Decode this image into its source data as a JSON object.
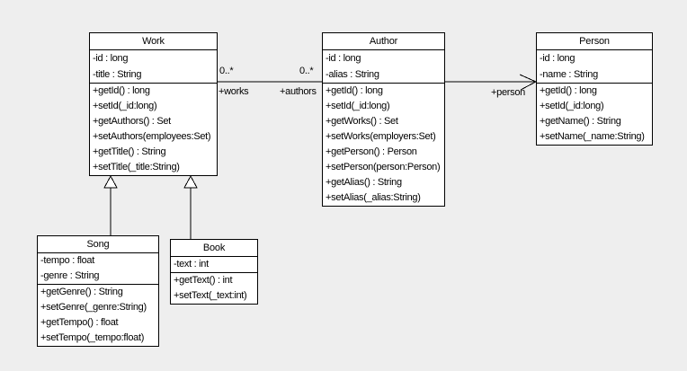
{
  "diagram": {
    "background_color": "#eeeeee",
    "node_fill_color": "#ffffff",
    "stroke_color": "#000000"
  },
  "classes": {
    "work": {
      "name": "Work",
      "attributes": [
        "-id : long",
        "-title : String"
      ],
      "methods": [
        "+getId() : long",
        "+setId(_id:long)",
        "+getAuthors() : Set",
        "+setAuthors(employees:Set)",
        "+getTitle() : String",
        "+setTitle(_title:String)"
      ]
    },
    "author": {
      "name": "Author",
      "attributes": [
        "-id : long",
        "-alias : String"
      ],
      "methods": [
        "+getId() : long",
        "+setId(_id:long)",
        "+getWorks() : Set",
        "+setWorks(employers:Set)",
        "+getPerson() : Person",
        "+setPerson(person:Person)",
        "+getAlias() : String",
        "+setAlias(_alias:String)"
      ]
    },
    "person": {
      "name": "Person",
      "attributes": [
        "-id : long",
        "-name : String"
      ],
      "methods": [
        "+getId() : long",
        "+setId(_id:long)",
        "+getName() : String",
        "+setName(_name:String)"
      ]
    },
    "song": {
      "name": "Song",
      "attributes": [
        "-tempo : float",
        "-genre : String"
      ],
      "methods": [
        "+getGenre() : String",
        "+setGenre(_genre:String)",
        "+getTempo() : float",
        "+setTempo(_tempo:float)"
      ]
    },
    "book": {
      "name": "Book",
      "attributes": [
        "-text : int"
      ],
      "methods": [
        "+getText() : int",
        "+setText(_text:int)"
      ]
    }
  },
  "associations": {
    "work_author": {
      "from": "Work",
      "to": "Author",
      "work_multiplicity": "0..*",
      "author_multiplicity": "0..*",
      "work_role": "+works",
      "author_role": "+authors"
    },
    "author_person": {
      "from": "Author",
      "to": "Person",
      "person_role": "+person",
      "arrow": "open"
    }
  },
  "generalizations": [
    {
      "from": "Song",
      "to": "Work"
    },
    {
      "from": "Book",
      "to": "Work"
    }
  ]
}
